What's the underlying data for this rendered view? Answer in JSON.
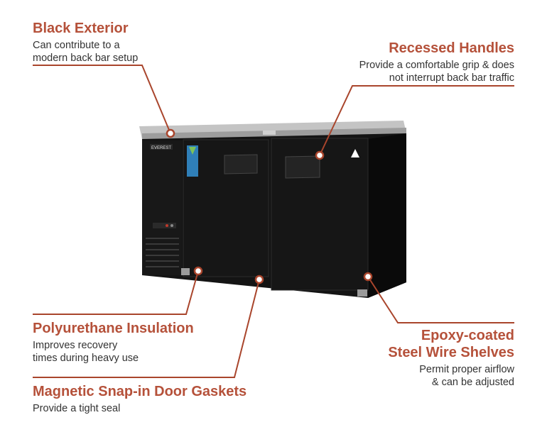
{
  "colors": {
    "accent": "#b5513a",
    "line": "#a9452c",
    "cabinet": "#141414",
    "countertop": "#b9b9b9"
  },
  "product": {
    "brand": "EVEREST"
  },
  "callouts": {
    "black_exterior": {
      "title": "Black Exterior",
      "desc_lines": [
        "Can contribute to a",
        "modern back bar setup"
      ]
    },
    "recessed_handles": {
      "title": "Recessed Handles",
      "desc_lines": [
        "Provide a comfortable grip & does",
        "not interrupt back bar traffic"
      ]
    },
    "polyurethane_insulation": {
      "title": "Polyurethane Insulation",
      "desc_lines": [
        "Improves recovery",
        "times during heavy use"
      ]
    },
    "epoxy_shelves": {
      "title_lines": [
        "Epoxy-coated",
        "Steel Wire Shelves"
      ],
      "desc_lines": [
        "Permit proper airflow",
        "& can be adjusted"
      ]
    },
    "door_gaskets": {
      "title": "Magnetic Snap-in Door Gaskets",
      "desc_lines": [
        "Provide a tight seal"
      ]
    }
  }
}
